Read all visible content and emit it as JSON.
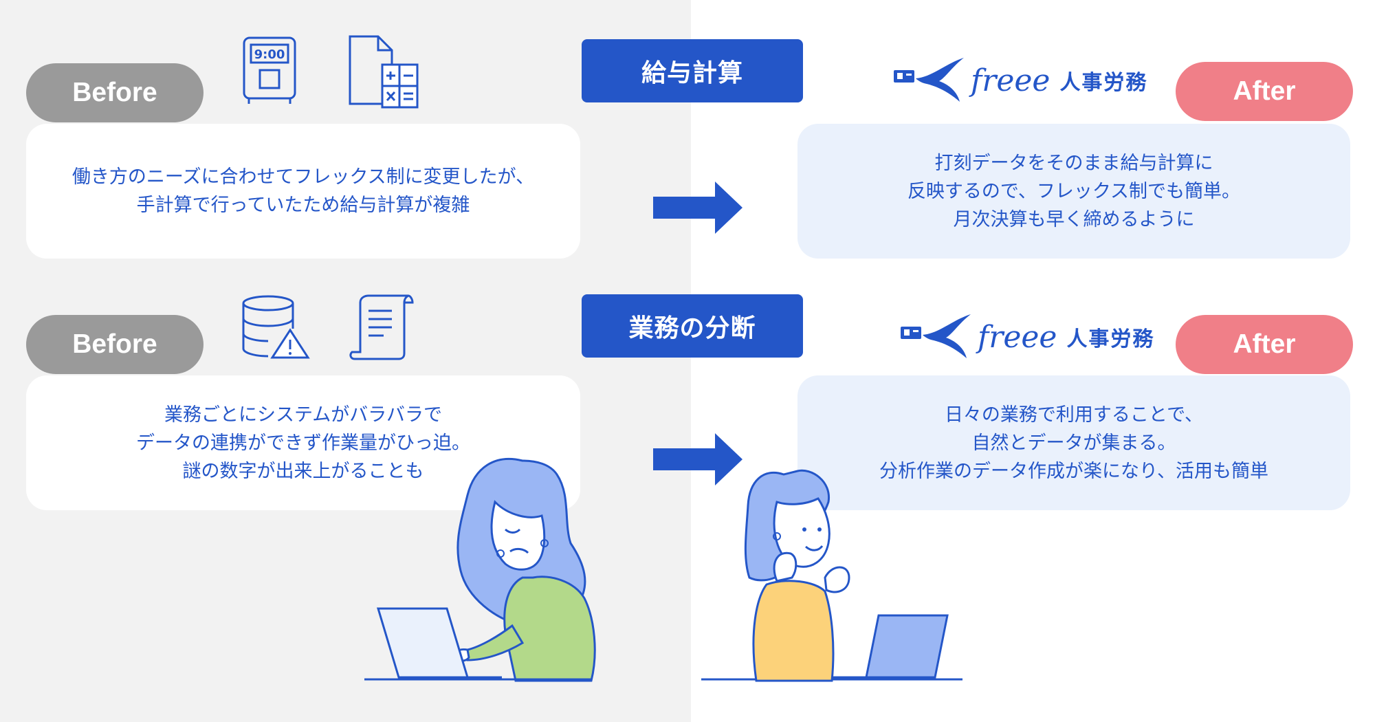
{
  "rows": [
    {
      "topic": "給与計算",
      "before_label": "Before",
      "after_label": "After",
      "before_lines": [
        "働き方のニーズに合わせてフレックス制に変更したが、",
        "手計算で行っていたため給与計算が複雑"
      ],
      "after_lines": [
        "打刻データをそのまま給与計算に",
        "反映するので、フレックス制でも簡単。",
        "月次決算も早く締めるように"
      ],
      "clock_time": "9:00",
      "icons": [
        "time-clock-icon",
        "document-calculator-icon"
      ]
    },
    {
      "topic": "業務の分断",
      "before_label": "Before",
      "after_label": "After",
      "before_lines": [
        "業務ごとにシステムがバラバラで",
        "データの連携ができず作業量がひっ迫。",
        "謎の数字が出来上がることも"
      ],
      "after_lines": [
        "日々の業務で利用することで、",
        "自然とデータが集まる。",
        "分析作業のデータ作成が楽になり、活用も簡単"
      ],
      "icons": [
        "database-warning-icon",
        "scroll-document-icon"
      ]
    }
  ],
  "logo": {
    "script": "freee",
    "jp": "人事労務"
  },
  "colors": {
    "brand_blue": "#2456c8",
    "before_gray": "#9a9a9a",
    "after_pink": "#f07f88",
    "card_blue": "#eaf1fc",
    "left_bg": "#f2f2f2"
  }
}
